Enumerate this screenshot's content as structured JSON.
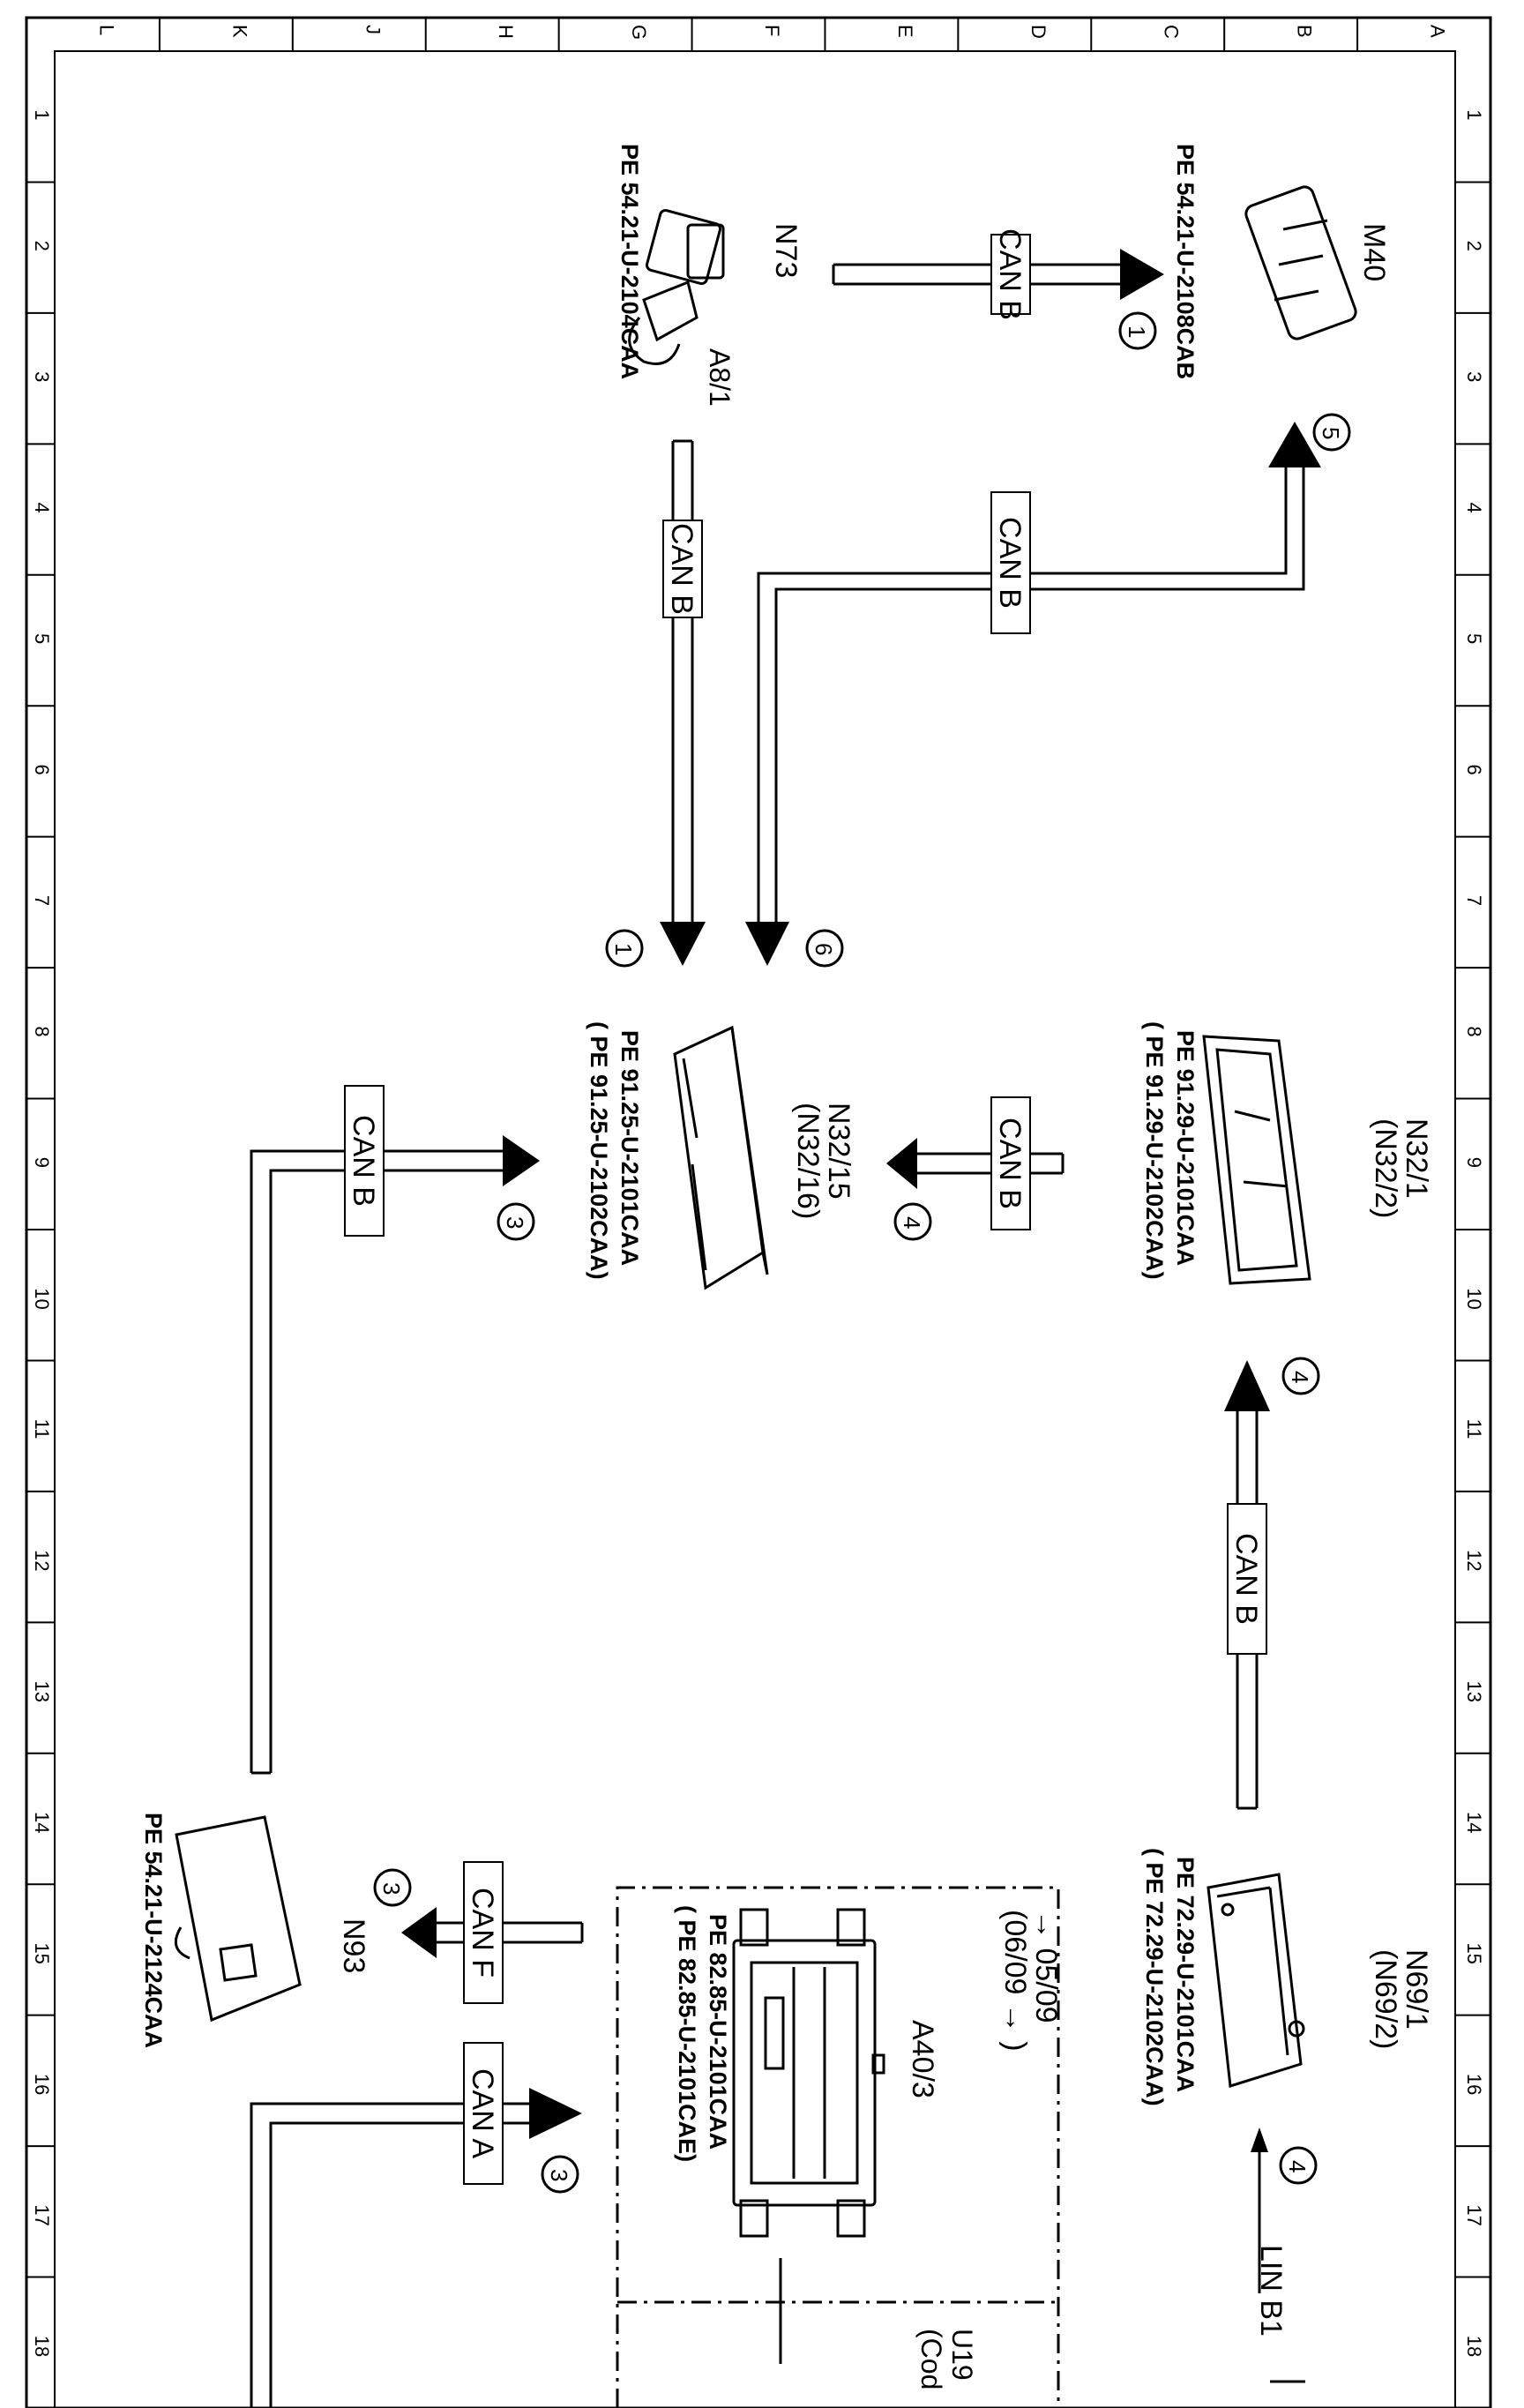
{
  "frame": {
    "columns": [
      "A",
      "B",
      "C",
      "D",
      "E",
      "F",
      "G",
      "H",
      "J",
      "K",
      "L"
    ],
    "rows": [
      "1",
      "2",
      "3",
      "4",
      "5",
      "6",
      "7",
      "8",
      "9",
      "10",
      "11",
      "12",
      "13",
      "14",
      "15",
      "16",
      "17",
      "18"
    ]
  },
  "components": [
    {
      "id": "N73",
      "name": "N73",
      "ref": "PE 54.21-U-2104CAA",
      "extra": "A8/1"
    },
    {
      "id": "M40",
      "name": "M40",
      "ref": "PE 54.21-U-2108CAB"
    },
    {
      "id": "N32_15",
      "name": "N32/15",
      "alt_name": "(N32/16)",
      "ref": "PE 91.25-U-2101CAA",
      "ref2": "( PE 91.25-U-2102CAA)"
    },
    {
      "id": "N32_1",
      "name": "N32/1",
      "alt_name": "(N32/2)",
      "ref": "PE 91.29-U-2101CAA",
      "ref2": "( PE 91.29-U-2102CAA)"
    },
    {
      "id": "N69_1",
      "name": "N69/1",
      "alt_name": "(N69/2)",
      "ref": "PE 72.29-U-2101CAA",
      "ref2": "( PE 72.29-U-2102CAA)"
    },
    {
      "id": "N93",
      "name": "N93",
      "ref": "PE 54.21-U-2124CAA"
    },
    {
      "id": "A40_3",
      "name": "A40/3",
      "ref": "PE 82.85-U-2101CAA",
      "ref2": "( PE 82.85-U-2101CAE)",
      "validity1": "→ 05/09",
      "validity2": "(06/09 → )"
    }
  ],
  "bus_labels": {
    "can_b": "CAN B",
    "can_f": "CAN F",
    "can_a": "CAN A",
    "lin_b1": "LIN B1"
  },
  "markers": [
    "1",
    "5",
    "1",
    "6",
    "4",
    "3",
    "4",
    "3",
    "3",
    "4"
  ],
  "partial": {
    "u19": "U19",
    "cod": "(Cod"
  }
}
